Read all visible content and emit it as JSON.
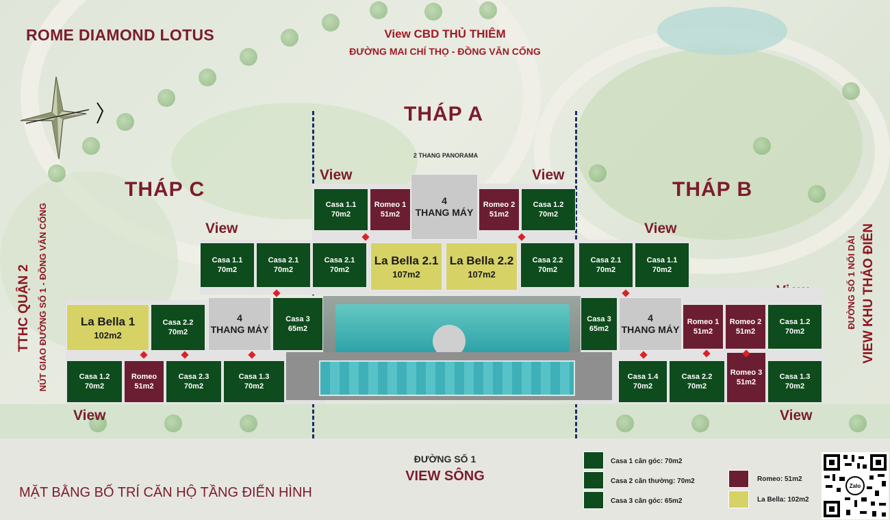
{
  "header": {
    "project_name": "ROME DIAMOND LOTUS",
    "view_top": "View CBD THỦ THIÊM",
    "road_top": "ĐƯỜNG MAI CHÍ THỌ - ĐỒNG VĂN CỐNG",
    "floor_plan_title": "MẶT BẰNG BỐ TRÍ CĂN HỘ TẦNG ĐIỂN HÌNH"
  },
  "towers": {
    "a": "THÁP A",
    "b": "THÁP B",
    "c": "THÁP C"
  },
  "panorama": "2 THANG PANORAMA",
  "view_label": "View",
  "bottom": {
    "road": "ĐƯỜNG SỐ 1",
    "view": "VIEW SÔNG"
  },
  "left_side": {
    "line1": "TTHC QUẬN 2",
    "line2": "NÚT GIAO ĐƯỜNG SỐ 1 - ĐỒNG VĂN CỐNG"
  },
  "right_side": {
    "line1": "VIEW KHU THẢO ĐIỀN",
    "line2": "ĐƯỜNG SỐ 1 NỐI DÀI"
  },
  "lift": {
    "count": "4",
    "label": "THANG MÁY"
  },
  "units": {
    "a_casa11": {
      "name": "Casa 1.1",
      "area": "70m2"
    },
    "a_romeo1": {
      "name": "Romeo 1",
      "area": "51m2"
    },
    "a_romeo2": {
      "name": "Romeo 2",
      "area": "51m2"
    },
    "a_casa12": {
      "name": "Casa 1.2",
      "area": "70m2"
    },
    "a_casa21": {
      "name": "Casa 2.1",
      "area": "70m2"
    },
    "a_bella21": {
      "name": "La Bella 2.1",
      "area": "107m2"
    },
    "a_bella22": {
      "name": "La Bella 2.2",
      "area": "107m2"
    },
    "a_casa22": {
      "name": "Casa 2.2",
      "area": "70m2"
    },
    "c_casa11": {
      "name": "Casa 1.1",
      "area": "70m2"
    },
    "c_casa21": {
      "name": "Casa  2.1",
      "area": "70m2"
    },
    "c_bella1": {
      "name": "La Bella 1",
      "area": "102m2"
    },
    "c_casa22": {
      "name": "Casa 2.2",
      "area": "70m2"
    },
    "c_casa3": {
      "name": "Casa 3",
      "area": "65m2"
    },
    "c_casa12": {
      "name": "Casa 1.2",
      "area": "70m2"
    },
    "c_romeo": {
      "name": "Romeo",
      "area": "51m2"
    },
    "c_casa23": {
      "name": "Casa 2.3",
      "area": "70m2"
    },
    "c_casa13": {
      "name": "Casa 1.3",
      "area": "70m2"
    },
    "b_casa21": {
      "name": "Casa 2.1",
      "area": "70m2"
    },
    "b_casa11": {
      "name": "Casa 1.1",
      "area": "70m2"
    },
    "b_casa3": {
      "name": "Casa 3",
      "area": "65m2"
    },
    "b_romeo1": {
      "name": "Romeo 1",
      "area": "51m2"
    },
    "b_romeo2": {
      "name": "Romeo 2",
      "area": "51m2"
    },
    "b_casa12": {
      "name": "Casa 1.2",
      "area": "70m2"
    },
    "b_casa14": {
      "name": "Casa 1.4",
      "area": "70m2"
    },
    "b_casa22": {
      "name": "Casa 2.2",
      "area": "70m2"
    },
    "b_romeo3": {
      "name": "Romeo 3",
      "area": "51m2"
    },
    "b_casa13": {
      "name": "Casa 1.3",
      "area": "70m2"
    }
  },
  "legend": {
    "casa1": "Casa 1 căn góc: 70m2",
    "casa2": "Casa 2 căn thường: 70m2",
    "casa3": "Casa 3 căn góc: 65m2",
    "romeo": "Romeo: 51m2",
    "bella": "La Bella: 102m2"
  },
  "qr": {
    "brand": "Zalo"
  },
  "colors": {
    "casa": "#0e4b1d",
    "romeo": "#6b1e31",
    "bella": "#d6d266",
    "title": "#7b1c2c",
    "dash": "#1d2a6b"
  }
}
